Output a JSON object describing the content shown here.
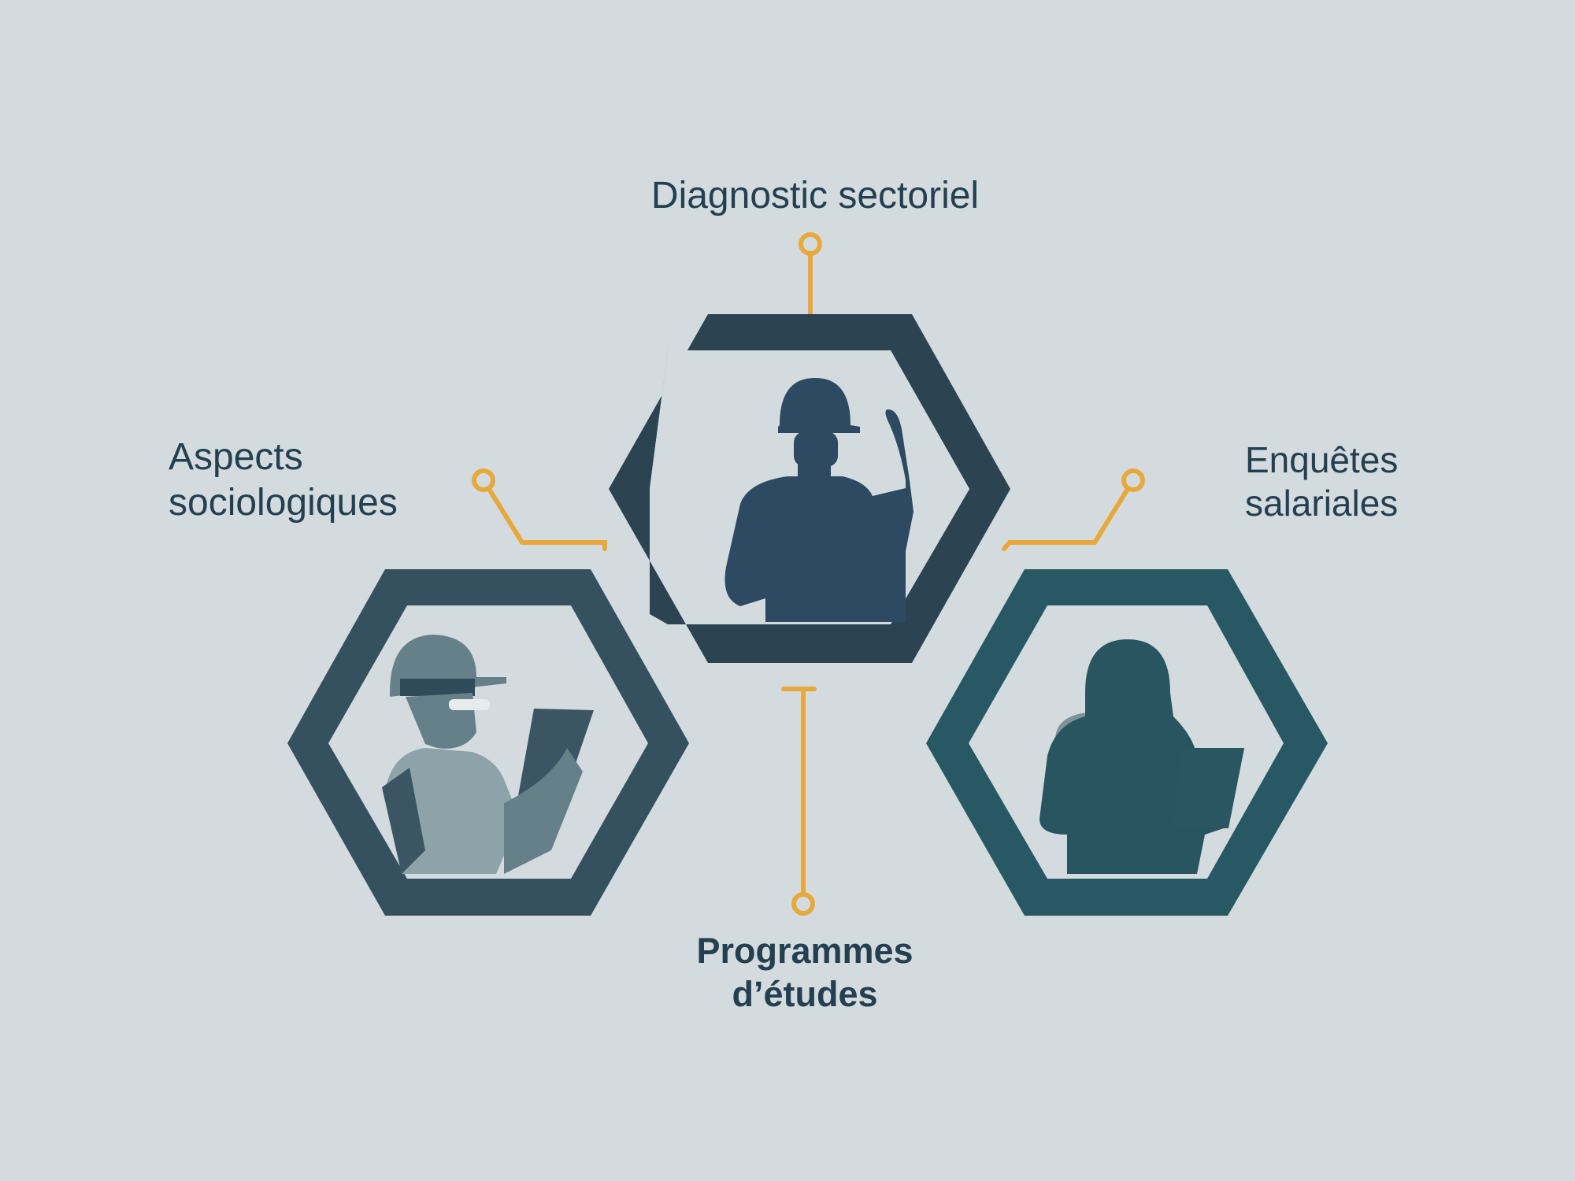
{
  "nodes": {
    "top": {
      "label": "Diagnostic sectoriel"
    },
    "left": {
      "lines": [
        "Aspects",
        "sociologiques"
      ]
    },
    "right": {
      "lines": [
        "Enquêtes",
        "salariales"
      ]
    },
    "bottom": {
      "lines": [
        "Programmes",
        "d’études"
      ]
    }
  },
  "colors": {
    "background": "#d3dbdf",
    "connector": "#e8a93c",
    "text": "#243f4f",
    "hex_center": "#2c4352",
    "hex_left": "#35505e",
    "hex_right": "#285863"
  },
  "icons": [
    "worker-raising-hand-icon",
    "worker-with-tablet-icon",
    "woman-with-laptop-icon"
  ]
}
